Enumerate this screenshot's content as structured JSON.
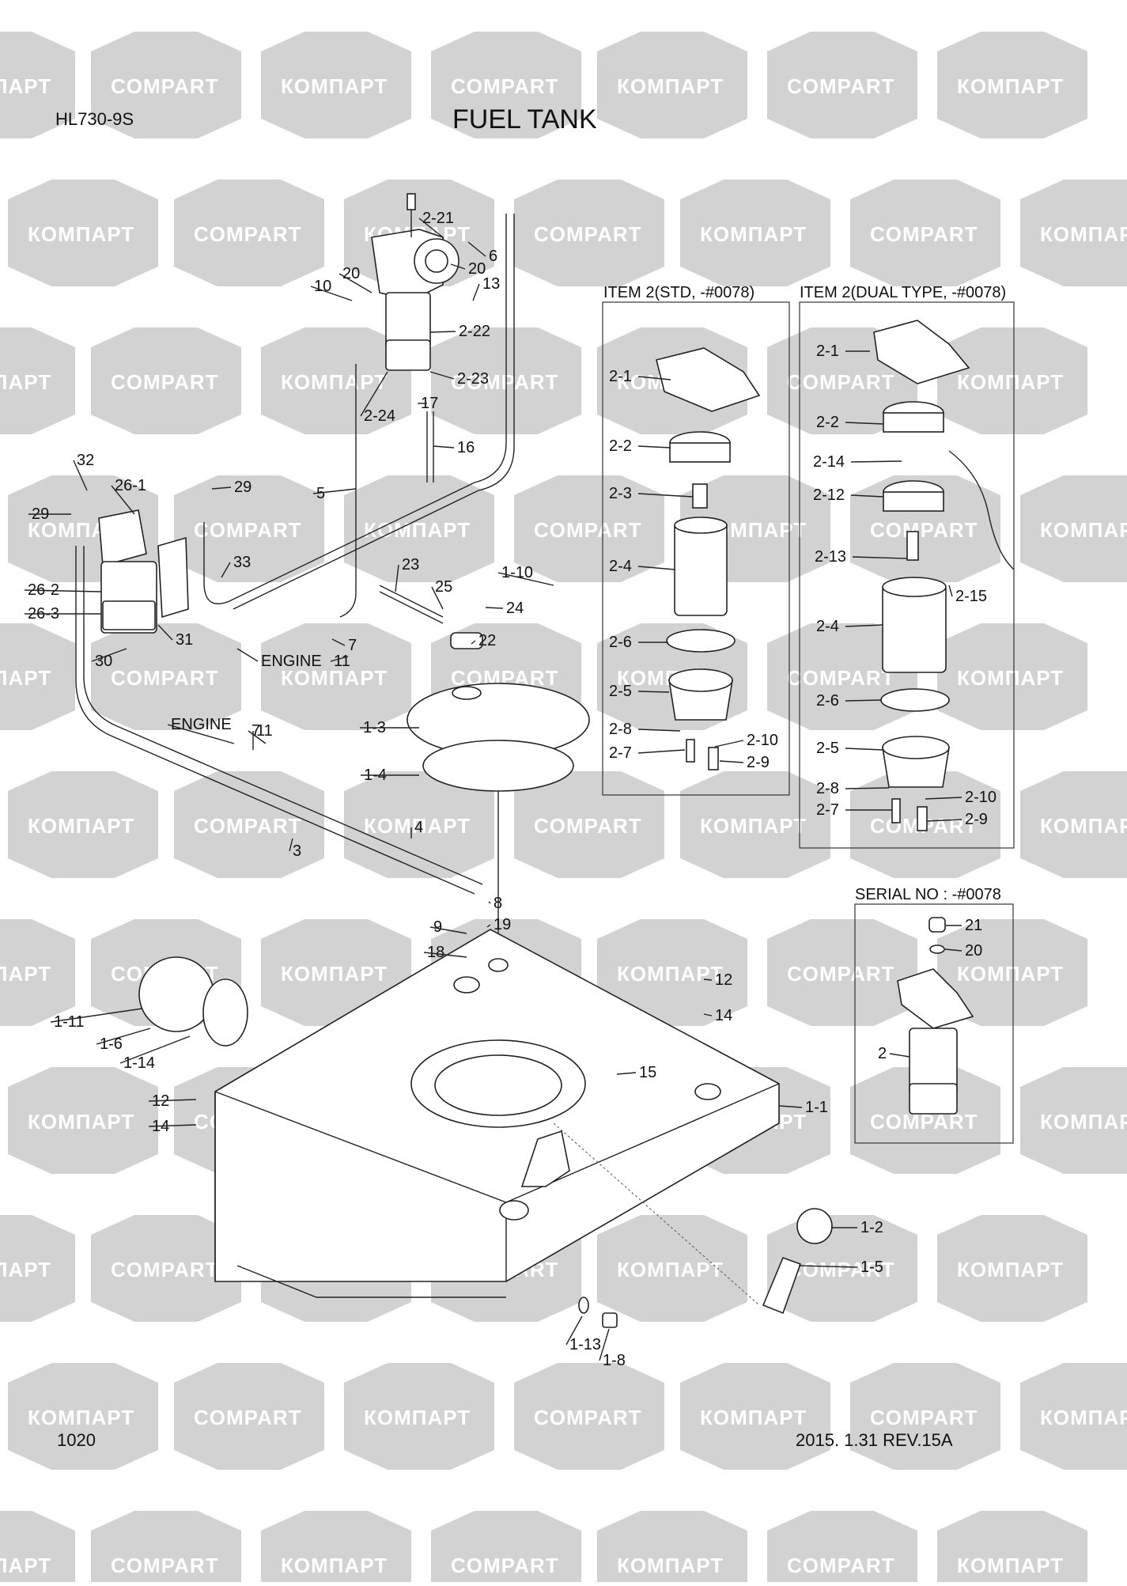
{
  "header": {
    "model": "HL730-9S",
    "title": "FUEL TANK"
  },
  "footer": {
    "page_number": "1020",
    "revision": "2015. 1.31  REV.15A"
  },
  "watermark": {
    "words": [
      "КОМПАРТ",
      "COMPART"
    ],
    "color": "#d2d2d2"
  },
  "detail_boxes": {
    "std": {
      "title": "ITEM 2(STD, -#0078)",
      "labels": [
        "2-1",
        "2-2",
        "2-3",
        "2-4",
        "2-6",
        "2-5",
        "2-8",
        "2-7",
        "2-10",
        "2-9"
      ]
    },
    "dual": {
      "title": "ITEM 2(DUAL TYPE, -#0078)",
      "labels": [
        "2-1",
        "2-2",
        "2-14",
        "2-12",
        "2-13",
        "2-15",
        "2-4",
        "2-6",
        "2-5",
        "2-8",
        "2-7",
        "2-10",
        "2-9"
      ]
    },
    "serial": {
      "title": "SERIAL NO : -#0078",
      "labels": [
        "21",
        "20",
        "2"
      ]
    }
  },
  "main_labels": [
    "2-21",
    "6",
    "20",
    "13",
    "20",
    "10",
    "2-22",
    "2-23",
    "2-24",
    "17",
    "16",
    "5",
    "32",
    "26-1",
    "29",
    "29",
    "33",
    "26-2",
    "26-3",
    "31",
    "30",
    "23",
    "25",
    "24",
    "1-10",
    "22",
    "7",
    "11",
    "ENGINE",
    "ENGINE",
    "11",
    "7",
    "1-3",
    "1-4",
    "4",
    "3",
    "8",
    "19",
    "9",
    "18",
    "12",
    "14",
    "1-11",
    "1-6",
    "1-14",
    "15",
    "12",
    "14",
    "1-1",
    "1-2",
    "1-5",
    "1-13",
    "1-8"
  ]
}
